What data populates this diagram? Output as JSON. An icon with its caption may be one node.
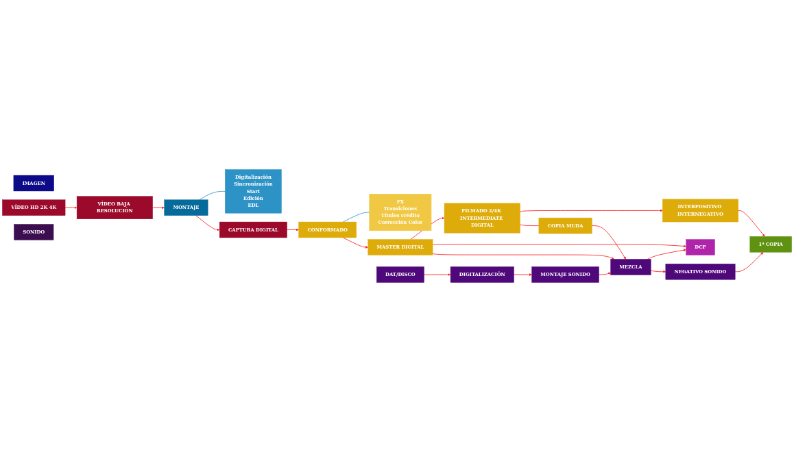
{
  "diagram": {
    "nodes": [
      {
        "text": [
          "IMAGEN"
        ]
      },
      {
        "text": [
          "VÍDEO HD 2K 4K"
        ]
      },
      {
        "text": [
          "VÍDEO BAJA RESOLUCIÓN"
        ]
      },
      {
        "text": [
          "MONTAJE"
        ]
      },
      {
        "text": [
          "Digitalización",
          "Sincronización",
          "Start",
          "Edición",
          "EDL"
        ]
      },
      {
        "text": [
          "CAPTURA DIGITAL"
        ]
      },
      {
        "text": [
          "CONFORMADO"
        ]
      },
      {
        "text": [
          "FX",
          "Transiciones",
          "Títulos crédito",
          "Corrección Color"
        ]
      },
      {
        "text": [
          "MASTER DIGITAL"
        ]
      },
      {
        "text": [
          "FILMADO 2/4K INTERMEDIATE DIGITAL"
        ]
      },
      {
        "text": [
          "INTERPOSITIVO INTERNEGATIVO"
        ]
      },
      {
        "text": [
          "DCP"
        ]
      },
      {
        "text": [
          "COPIA MUDA"
        ]
      },
      {
        "text": [
          "1ª COPIA"
        ]
      },
      {
        "text": [
          "SONIDO"
        ]
      },
      {
        "text": [
          "DAT/DISCO"
        ]
      },
      {
        "text": [
          "DIGITALIZACIÓN"
        ]
      },
      {
        "text": [
          "MONTAJE SONIDO"
        ]
      },
      {
        "text": [
          "MEZCLA"
        ]
      },
      {
        "text": [
          "NEGATIVO SONIDO"
        ]
      }
    ],
    "edges": [
      {
        "from": 1,
        "to": 2,
        "arrow": "to"
      },
      {
        "from": 2,
        "to": 3,
        "arrow": "to"
      },
      {
        "from": 3,
        "to": 4,
        "arrow": "none",
        "color": "#2a8fc4"
      },
      {
        "from": 3,
        "to": 5,
        "arrow": "to"
      },
      {
        "from": 5,
        "to": 6,
        "arrow": "to"
      },
      {
        "from": 6,
        "to": 7,
        "arrow": "none",
        "color": "#2a8fc4"
      },
      {
        "from": 6,
        "to": 8,
        "arrow": "to"
      },
      {
        "from": 8,
        "to": 9,
        "arrow": "to"
      },
      {
        "from": 9,
        "to": 10,
        "arrow": "to"
      },
      {
        "from": 10,
        "to": 13,
        "arrow": "to"
      },
      {
        "from": 8,
        "to": 11,
        "arrow": "to"
      },
      {
        "from": 8,
        "to": 18,
        "arrow": "to"
      },
      {
        "from": 9,
        "to": 12,
        "arrow": "none"
      },
      {
        "from": 12,
        "to": 18,
        "arrow": "to"
      },
      {
        "from": 18,
        "to": 11,
        "arrow": "to"
      },
      {
        "from": 15,
        "to": 16,
        "arrow": "to"
      },
      {
        "from": 16,
        "to": 17,
        "arrow": "to"
      },
      {
        "from": 17,
        "to": 18,
        "arrow": "to"
      },
      {
        "from": 18,
        "to": 19,
        "arrow": "to"
      },
      {
        "from": 19,
        "to": 13,
        "arrow": "to"
      }
    ]
  }
}
